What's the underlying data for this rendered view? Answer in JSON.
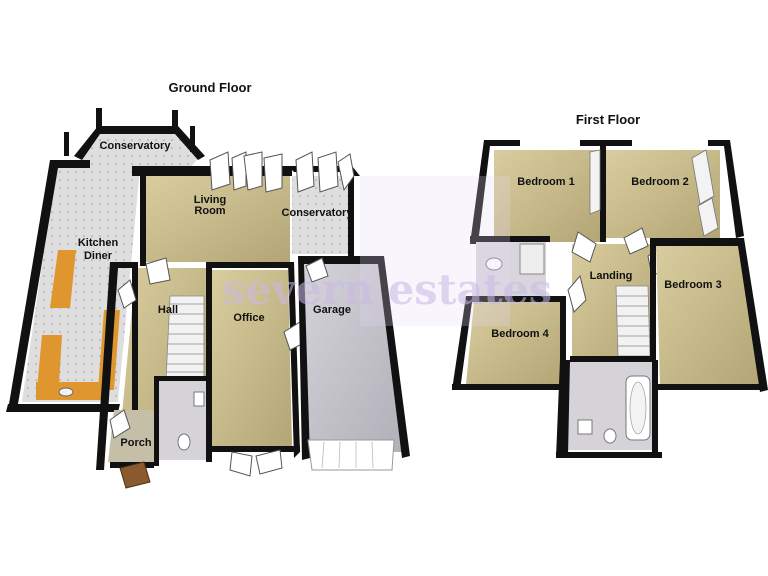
{
  "floors": {
    "ground": {
      "title": "Ground Floor",
      "rooms": {
        "conservatory_left": "Conservatory",
        "kitchen_line1": "Kitchen",
        "kitchen_line2": "Diner",
        "living_line1": "Living",
        "living_line2": "Room",
        "conservatory_right": "Conservatory",
        "hall": "Hall",
        "office": "Office",
        "garage": "Garage",
        "porch": "Porch"
      }
    },
    "first": {
      "title": "First Floor",
      "rooms": {
        "bedroom1": "Bedroom 1",
        "bedroom2": "Bedroom 2",
        "bedroom3": "Bedroom 3",
        "bedroom4": "Bedroom 4",
        "landing": "Landing"
      }
    }
  },
  "watermark": {
    "text": "severn estates"
  },
  "colors": {
    "wall": "#111111",
    "carpet_tan": "#cbbd8f",
    "carpet_olive": "#b8ad7c",
    "floor_grey": "#c8c6cc",
    "tile": "#dcdcdc",
    "worktop": "#e0962e",
    "watermark": "#c9b9e6",
    "bath": "#ffffff"
  }
}
